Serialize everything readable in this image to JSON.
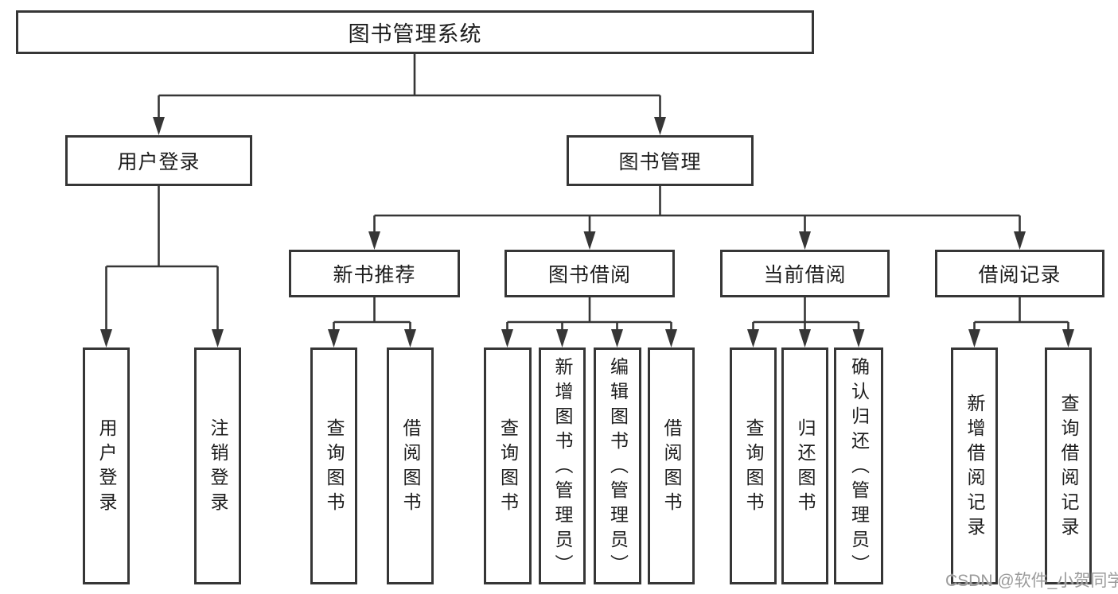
{
  "colors": {
    "background": "#ffffff",
    "line": "#363636",
    "box_border": "#363636",
    "text": "#1d1d1d",
    "watermark": "#9b9b9b"
  },
  "tree": {
    "root": {
      "label": "图书管理系统"
    },
    "level2": [
      {
        "label": "用户登录"
      },
      {
        "label": "图书管理"
      }
    ],
    "level3": [
      {
        "label": "新书推荐"
      },
      {
        "label": "图书借阅"
      },
      {
        "label": "当前借阅"
      },
      {
        "label": "借阅记录"
      }
    ],
    "leaves": {
      "user_login": [
        {
          "label": "用户登录"
        },
        {
          "label": "注销登录"
        }
      ],
      "new_book": [
        {
          "label": "查询图书"
        },
        {
          "label": "借阅图书"
        }
      ],
      "book_borrow": [
        {
          "label": "查询图书"
        },
        {
          "label": "新增图书（管理员）"
        },
        {
          "label": "编辑图书（管理员）"
        },
        {
          "label": "借阅图书"
        }
      ],
      "current_borrow": [
        {
          "label": "查询图书"
        },
        {
          "label": "归还图书"
        },
        {
          "label": "确认归还（管理员）"
        }
      ],
      "borrow_record": [
        {
          "label": "新增借阅记录"
        },
        {
          "label": "查询借阅记录"
        }
      ]
    }
  },
  "watermark": {
    "text": "CSDN @软件_小贺同学"
  }
}
